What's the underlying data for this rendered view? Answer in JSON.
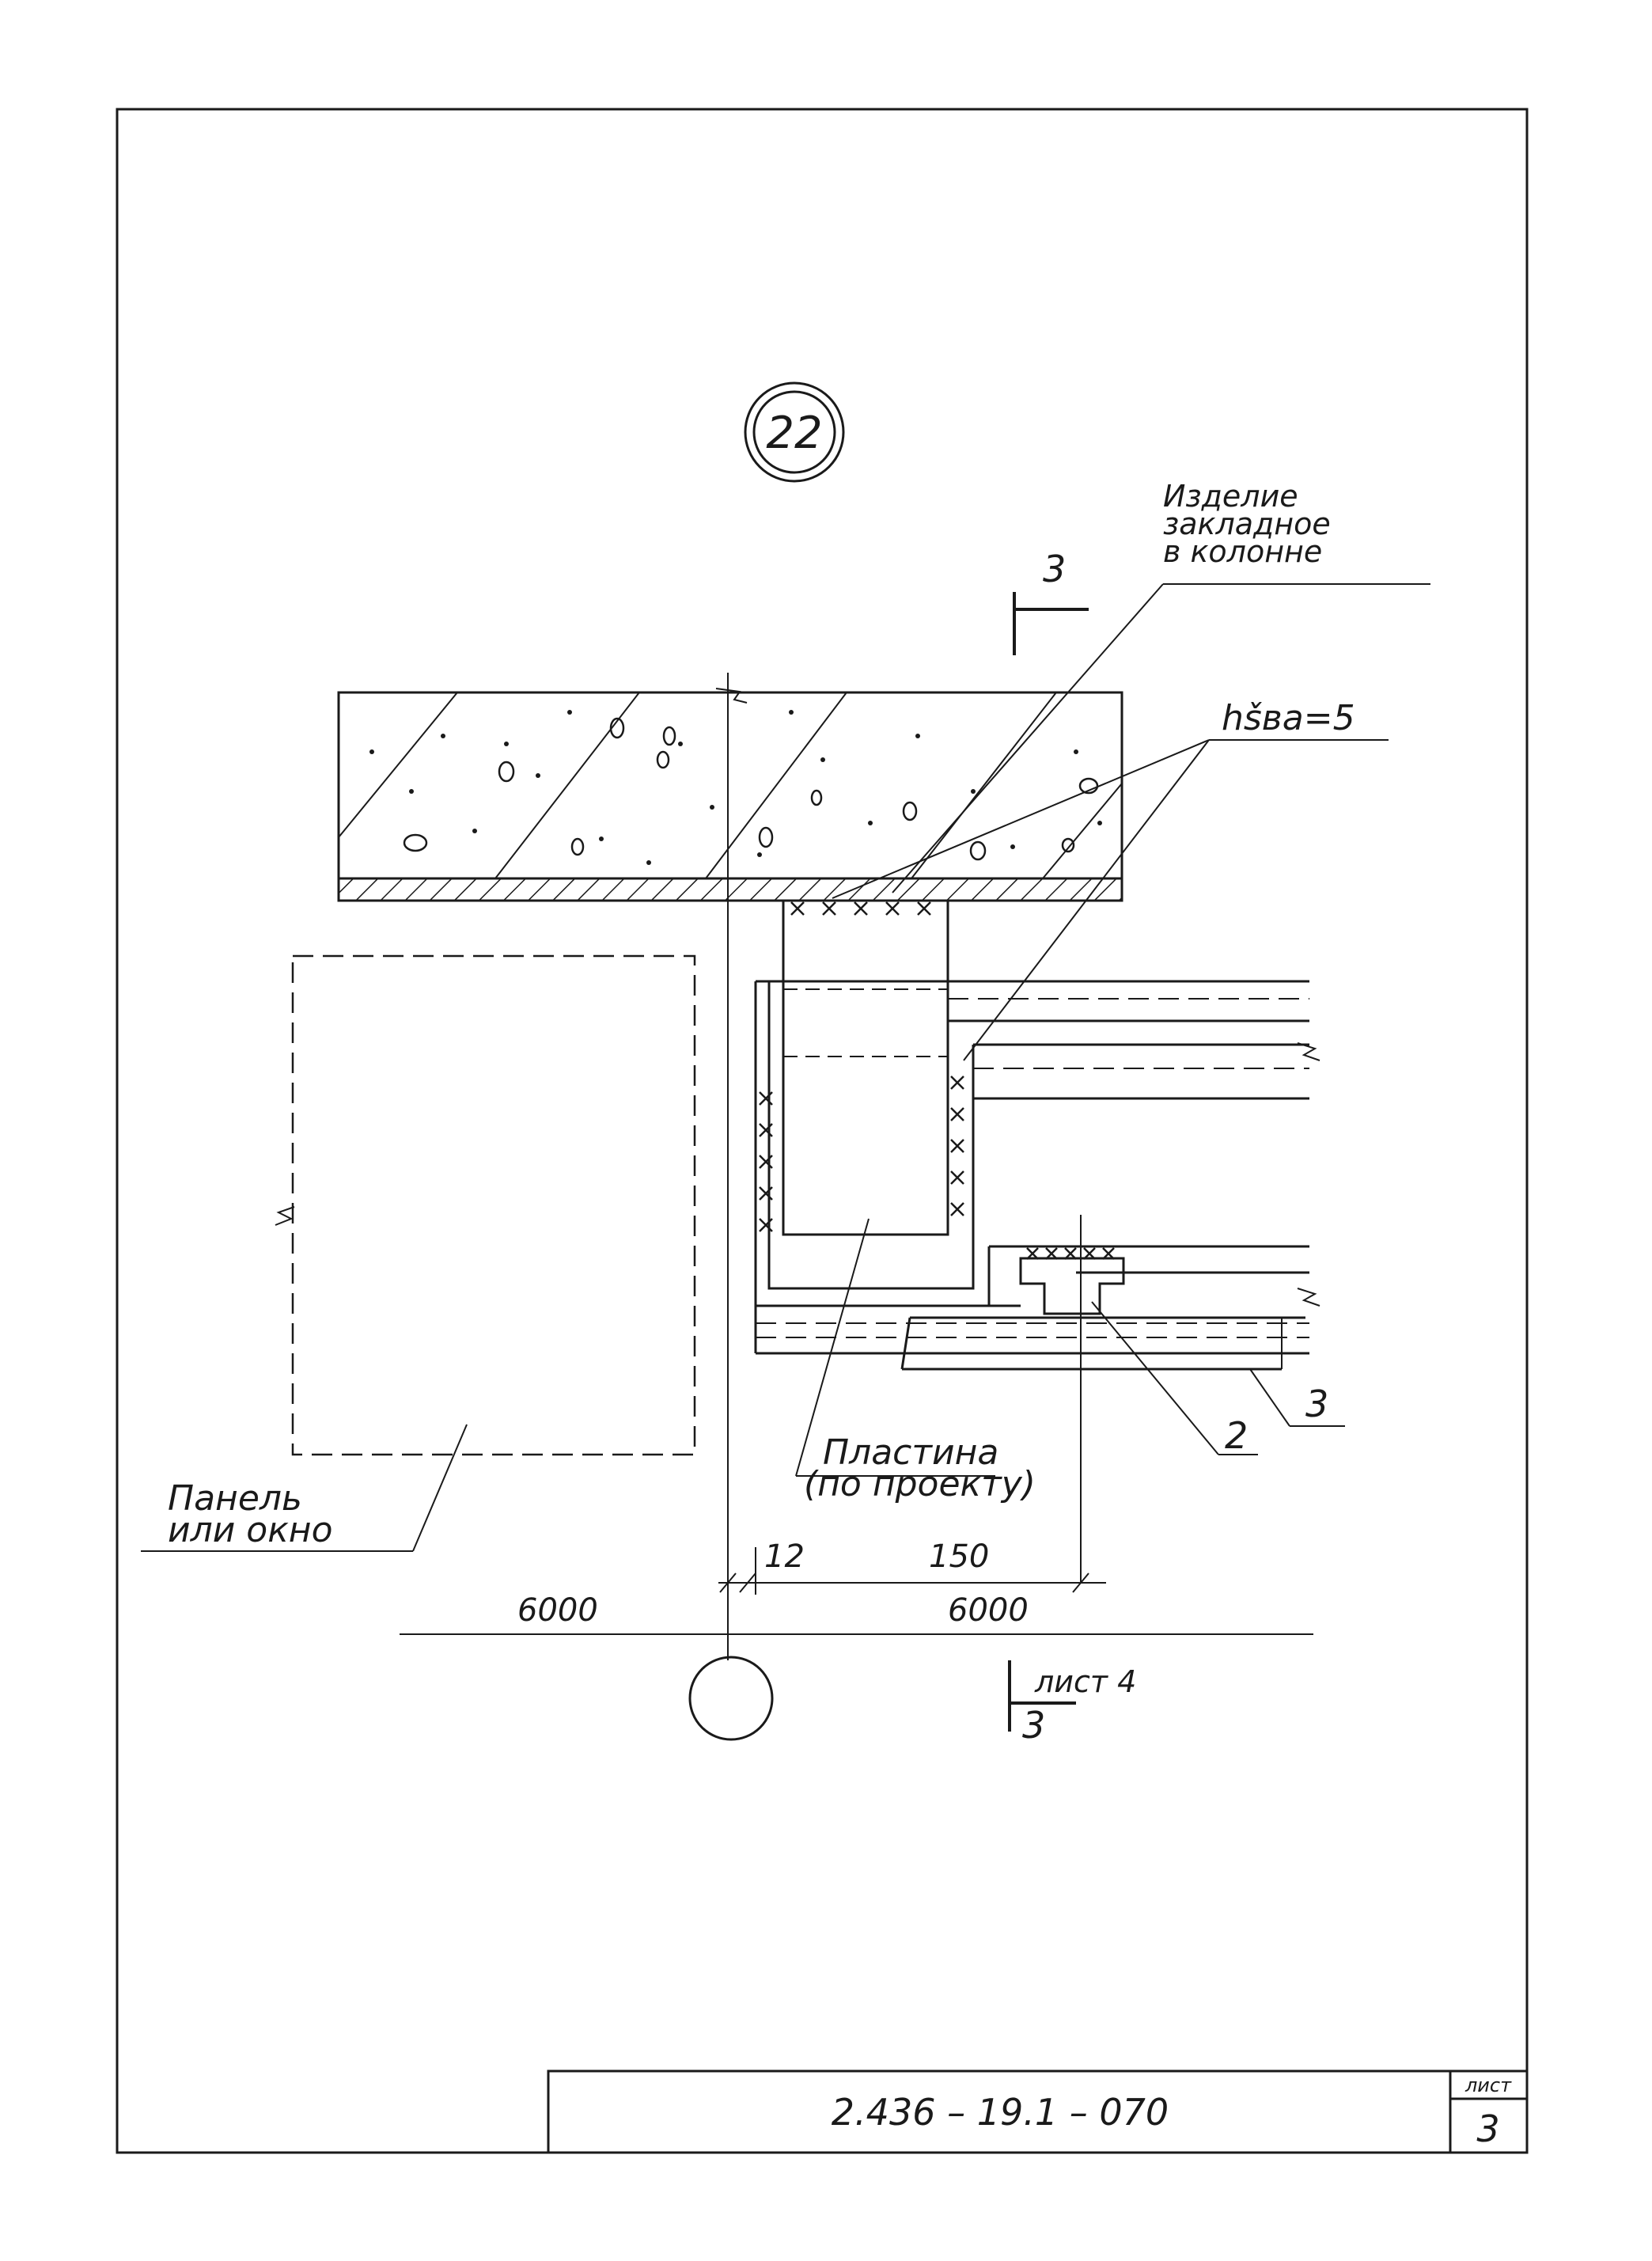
{
  "detail_marker": "22",
  "callouts": {
    "embedded_item": [
      "Изделие",
      "закладное",
      "в колонне"
    ],
    "weld": "hšва=5",
    "plate": [
      "Пластина",
      "(по проекту)"
    ],
    "panel": [
      "Панель",
      "или окно"
    ],
    "leader_2": "2",
    "leader_3": "3"
  },
  "section_marks": {
    "top_number": "3",
    "bottom_sheet_ref": "лист 4",
    "bottom_number": "3"
  },
  "dimensions": {
    "offset_small": "12",
    "offset_large": "150",
    "span_left": "6000",
    "span_right": "6000"
  },
  "title_block": {
    "drawing_code": "2.436 – 19.1 – 070",
    "sheet_label": "лист",
    "sheet_number": "3"
  }
}
